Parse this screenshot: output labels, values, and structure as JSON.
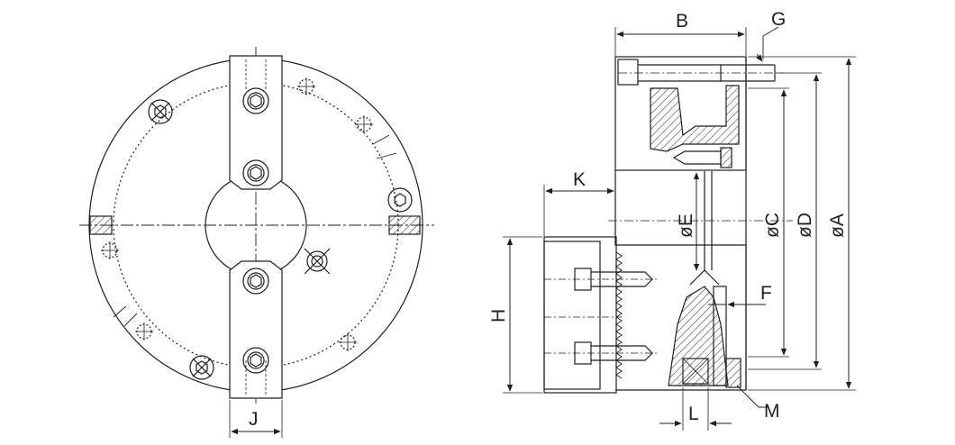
{
  "drawing": {
    "line_color": "#1f1f1f",
    "background": "#ffffff",
    "front_view": {
      "labels": {
        "j": "J"
      }
    },
    "side_view": {
      "labels": {
        "b": "B",
        "g": "G",
        "k": "K",
        "h": "H",
        "f": "F",
        "l": "L",
        "m": "M",
        "dia_a": "øA",
        "dia_c": "øC",
        "dia_d": "øD",
        "dia_e": "øE"
      }
    }
  }
}
